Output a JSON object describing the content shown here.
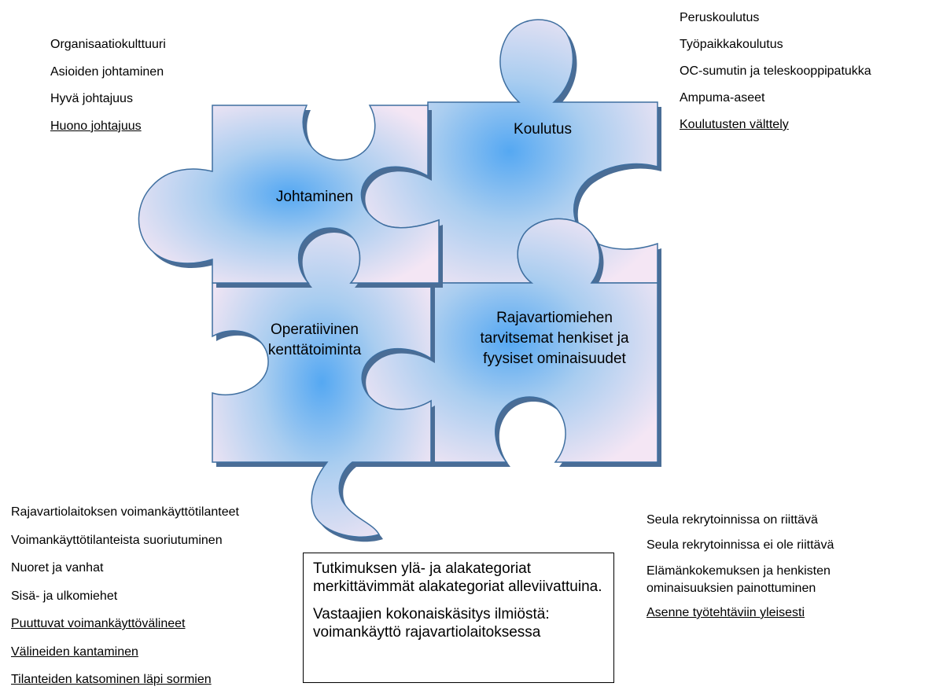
{
  "pieces": {
    "johtaminen": "Johtaminen",
    "koulutus": "Koulutus",
    "operatiivinen": [
      "Operatiivinen",
      "kenttätoiminta"
    ],
    "rajavartiomiehen": [
      "Rajavartiomiehen",
      "tarvitsemat henkiset ja",
      "fyysiset ominaisuudet"
    ]
  },
  "lists": {
    "top_left": [
      {
        "text": "Organisaatiokulttuuri",
        "underlined": false
      },
      {
        "text": "Asioiden johtaminen",
        "underlined": false
      },
      {
        "text": "Hyvä johtajuus",
        "underlined": false
      },
      {
        "text": "Huono johtajuus",
        "underlined": true
      }
    ],
    "top_right": [
      {
        "text": "Peruskoulutus",
        "underlined": false
      },
      {
        "text": "Työpaikkakoulutus",
        "underlined": false
      },
      {
        "text": "OC-sumutin ja teleskooppipatukka",
        "underlined": false
      },
      {
        "text": "Ampuma-aseet",
        "underlined": false
      },
      {
        "text": "Koulutusten välttely",
        "underlined": true
      }
    ],
    "bottom_left": [
      {
        "text": "Rajavartiolaitoksen voimankäyttötilanteet",
        "underlined": false
      },
      {
        "text": "Voimankäyttötilanteista suoriutuminen",
        "underlined": false
      },
      {
        "text": "Nuoret ja vanhat",
        "underlined": false
      },
      {
        "text": "Sisä- ja ulkomiehet",
        "underlined": false
      },
      {
        "text": "Puuttuvat voimankäyttövälineet",
        "underlined": true
      },
      {
        "text": "Välineiden kantaminen",
        "underlined": true
      },
      {
        "text": "Tilanteiden katsominen läpi sormien",
        "underlined": true
      }
    ],
    "bottom_right": [
      {
        "text": "Seula rekrytoinnissa on riittävä",
        "underlined": false
      },
      {
        "text": "Seula rekrytoinnissa ei ole riittävä",
        "underlined": false
      },
      {
        "text": "Elämänkokemuksen ja henkisten ominaisuuksien painottuminen",
        "underlined": false
      },
      {
        "text": "Asenne työtehtäviin yleisesti",
        "underlined": true
      }
    ]
  },
  "note": {
    "paragraph1": "Tutkimuksen ylä- ja alakategoriat merkittävimmät alakategoriat alleviivattuina.",
    "paragraph2": "Vastaajien kokonaiskäsitys ilmiöstä: voimankäyttö rajavartiolaitoksessa"
  },
  "colors": {
    "piece_center": "#55a8f2",
    "piece_edge": "#f2e4f4",
    "piece_outline": "#3f6fa0",
    "piece_shadow": "#4a6d96"
  }
}
